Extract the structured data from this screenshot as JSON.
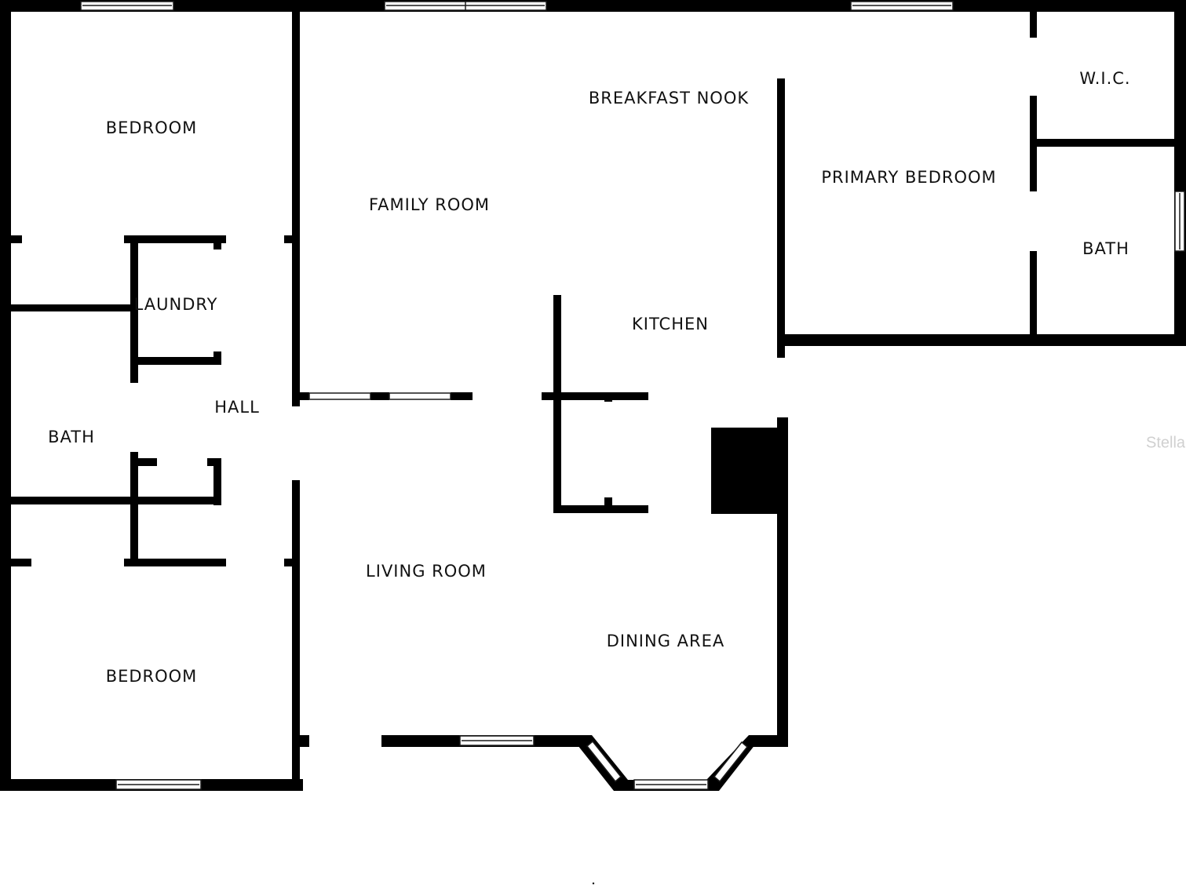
{
  "floorplan": {
    "rooms": {
      "bedroom_top": "BEDROOM",
      "family_room": "FAMILY ROOM",
      "breakfast_nook": "BREAKFAST NOOK",
      "primary_bedroom": "PRIMARY BEDROOM",
      "wic": "W.I.C.",
      "bath_primary": "BATH",
      "laundry": "LAUNDRY",
      "kitchen": "KITCHEN",
      "hall": "HALL",
      "bath_hall": "BATH",
      "living_room": "LIVING ROOM",
      "dining_area": "DINING AREA",
      "bedroom_bottom": "BEDROOM"
    },
    "watermark": "Stellar",
    "colors": {
      "wall": "#000000",
      "window_frame": "#1a1a1a",
      "opening": "#ffffff",
      "background": "#ffffff"
    }
  }
}
